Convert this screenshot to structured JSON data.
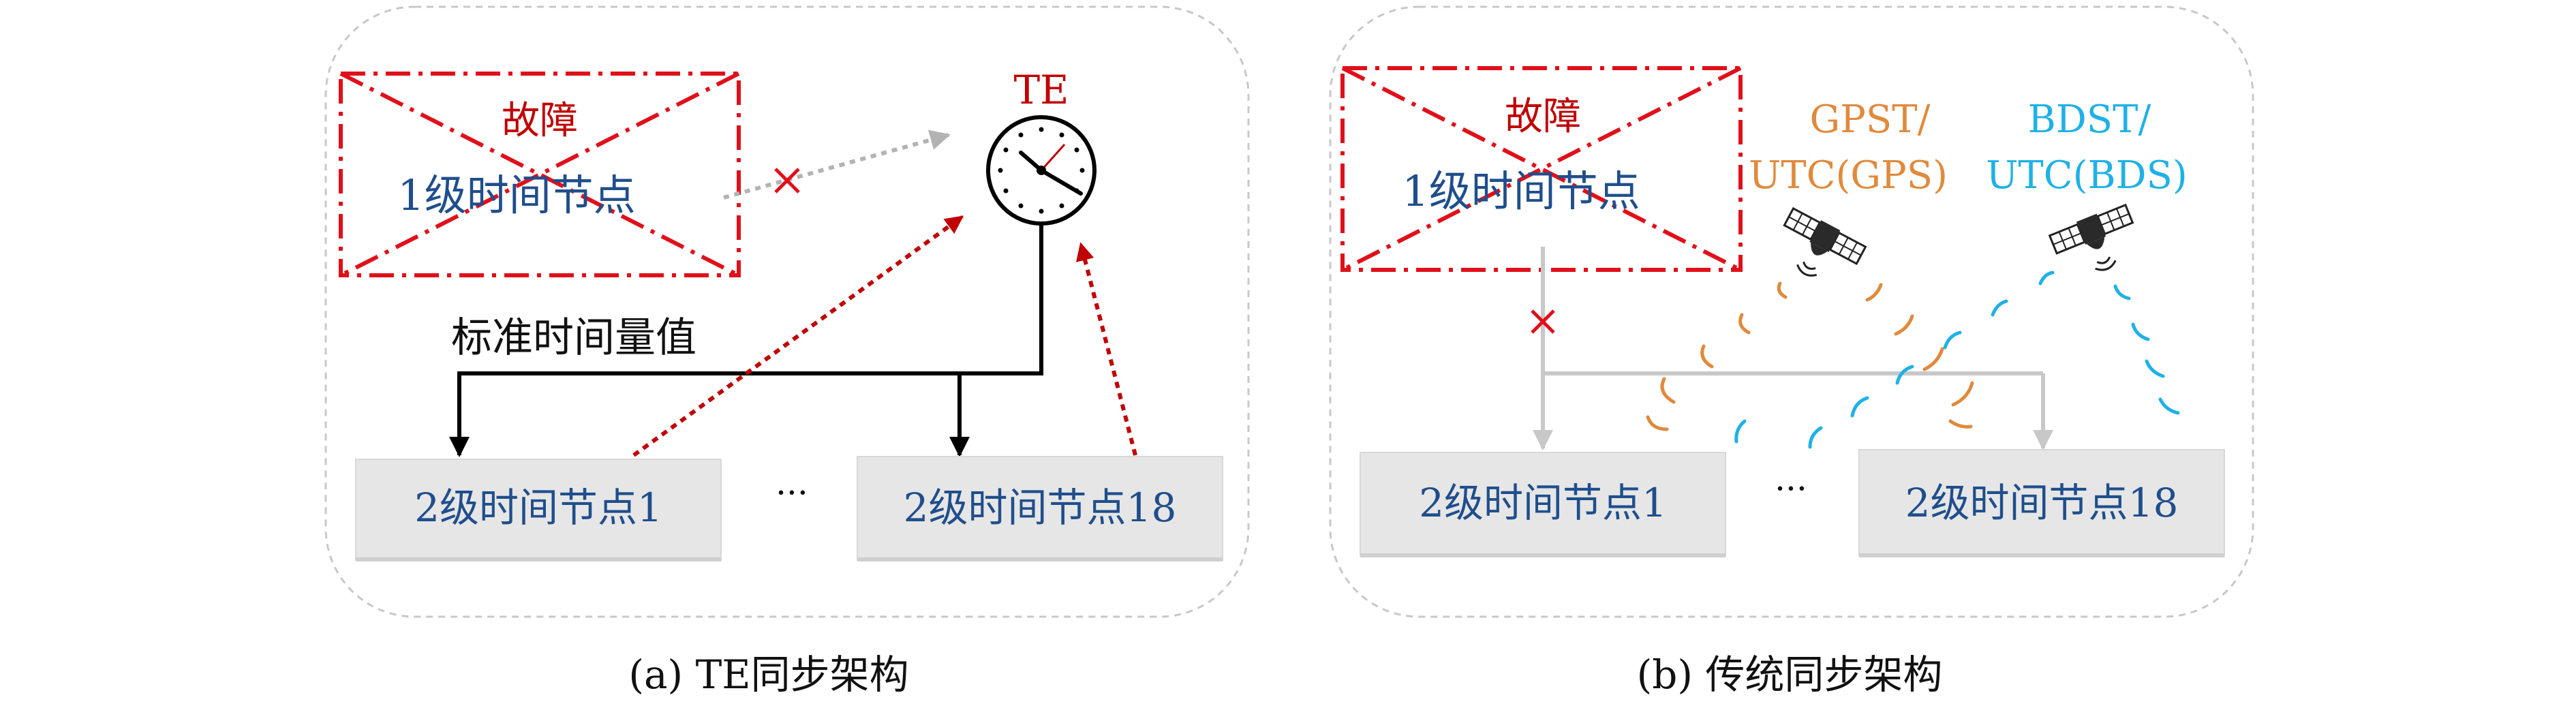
{
  "panel_a": {
    "fault_label": "故障",
    "level1_node": "1级时间节点",
    "clock_label": "TE",
    "standard_time_label": "标准时间量值",
    "level2_node_first": "2级时间节点1",
    "level2_node_last": "2级时间节点18",
    "ellipsis": "···",
    "caption": "(a) TE同步架构"
  },
  "panel_b": {
    "fault_label": "故障",
    "level1_node": "1级时间节点",
    "gps_label_line1": "GPST/",
    "gps_label_line2": "UTC(GPS)",
    "bds_label_line1": "BDST/",
    "bds_label_line2": "UTC(BDS)",
    "level2_node_first": "2级时间节点1",
    "level2_node_last": "2级时间节点18",
    "ellipsis": "···",
    "caption": "(b) 传统同步架构"
  },
  "colors": {
    "fault_red": "#e0101a",
    "node_blue_text": "#1f4e8c",
    "gps_orange": "#e08a3c",
    "bds_cyan": "#1fb1e6",
    "node_fill": "#e6e6e6",
    "panel_border": "#c8c8c8"
  },
  "icons": [
    "clock-icon",
    "satellite-icon"
  ]
}
